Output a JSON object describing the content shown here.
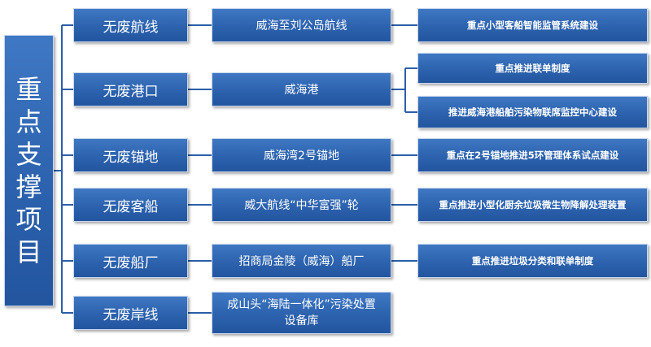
{
  "root": {
    "label": "重点支撑项目",
    "chars": [
      "重",
      "点",
      "支",
      "撑",
      "项",
      "目"
    ]
  },
  "rows": [
    {
      "category": "无废航线",
      "project": "威海至刘公岛航线",
      "tasks": [
        "重点小型客船智能监管系统建设"
      ]
    },
    {
      "category": "无废港口",
      "project": "威海港",
      "tasks": [
        "重点推进联单制度",
        "推进威海港船舶污染物联席监控中心建设"
      ]
    },
    {
      "category": "无废锚地",
      "project": "威海湾2号锚地",
      "tasks": [
        "重点在2号锚地推进5环管理体系试点建设"
      ]
    },
    {
      "category": "无废客船",
      "project": "威大航线“中华富强”轮",
      "tasks": [
        "重点推进小型化厨余垃圾微生物降解处理装置"
      ]
    },
    {
      "category": "无废船厂",
      "project": "招商局金陵（威海）船厂",
      "tasks": [
        "重点推进垃圾分类和联单制度"
      ]
    },
    {
      "category": "无废岸线",
      "project": "成山头“海陆一体化”污染处置设备库",
      "tasks": []
    }
  ],
  "colors": {
    "box_top": "#3f78c4",
    "box_bottom": "#23559f",
    "line": "#2a5fa8"
  }
}
